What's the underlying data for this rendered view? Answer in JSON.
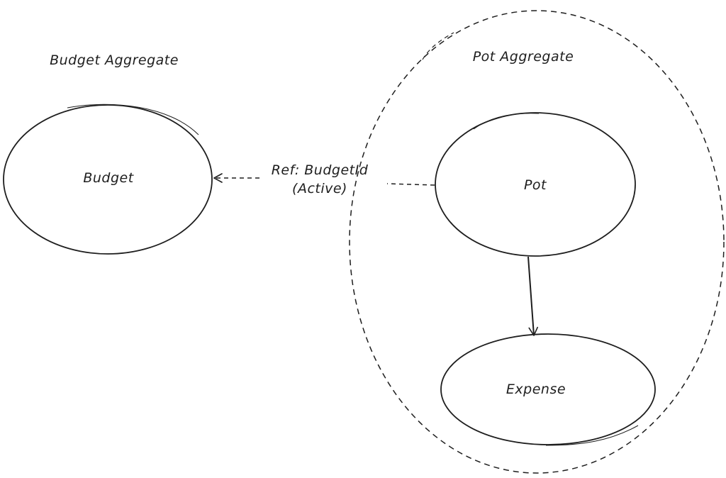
{
  "diagram": {
    "title": "Budget and Pot aggregates",
    "aggregates": [
      {
        "id": "budget-aggregate",
        "label": "Budget Aggregate",
        "boundary": "none"
      },
      {
        "id": "pot-aggregate",
        "label": "Pot Aggregate",
        "boundary": "dashed-ellipse"
      }
    ],
    "nodes": [
      {
        "id": "budget",
        "label": "Budget",
        "aggregate": "budget-aggregate",
        "shape": "ellipse"
      },
      {
        "id": "pot",
        "label": "Pot",
        "aggregate": "pot-aggregate",
        "shape": "ellipse"
      },
      {
        "id": "expense",
        "label": "Expense",
        "aggregate": "pot-aggregate",
        "shape": "ellipse"
      }
    ],
    "edges": [
      {
        "id": "pot-to-budget",
        "from": "pot",
        "to": "budget",
        "style": "dashed",
        "label_line1": "Ref: BudgetId",
        "label_line2": "(Active)"
      },
      {
        "id": "pot-to-expense",
        "from": "pot",
        "to": "expense",
        "style": "solid",
        "label_line1": ""
      }
    ],
    "colors": {
      "stroke": "#1e1e1e",
      "background": "#ffffff"
    }
  }
}
